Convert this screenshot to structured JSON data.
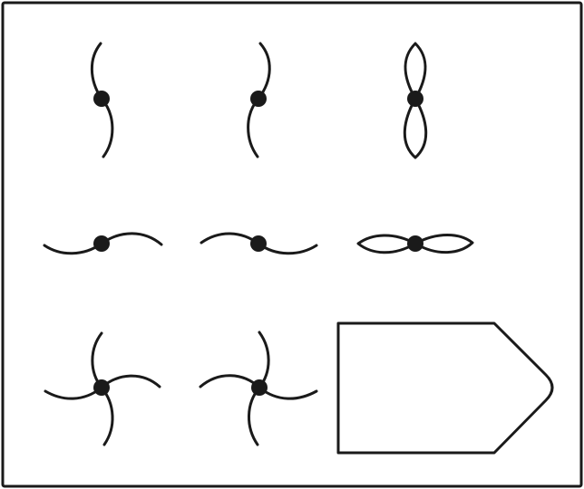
{
  "puzzle": {
    "rows": [
      [
        "two-blade-s-vertical",
        "two-blade-s-vertical-mirrored",
        "two-petal-vertical"
      ],
      [
        "two-blade-s-horizontal",
        "two-blade-s-horizontal-mirrored",
        "two-petal-horizontal"
      ],
      [
        "four-blade-pinwheel",
        "four-blade-pinwheel-mirrored",
        "answer-slot"
      ]
    ],
    "answer_slot": {
      "shape": "pentagon-tag",
      "content": ""
    }
  },
  "colors": {
    "stroke": "#1a1a1a",
    "background": "#ffffff"
  }
}
